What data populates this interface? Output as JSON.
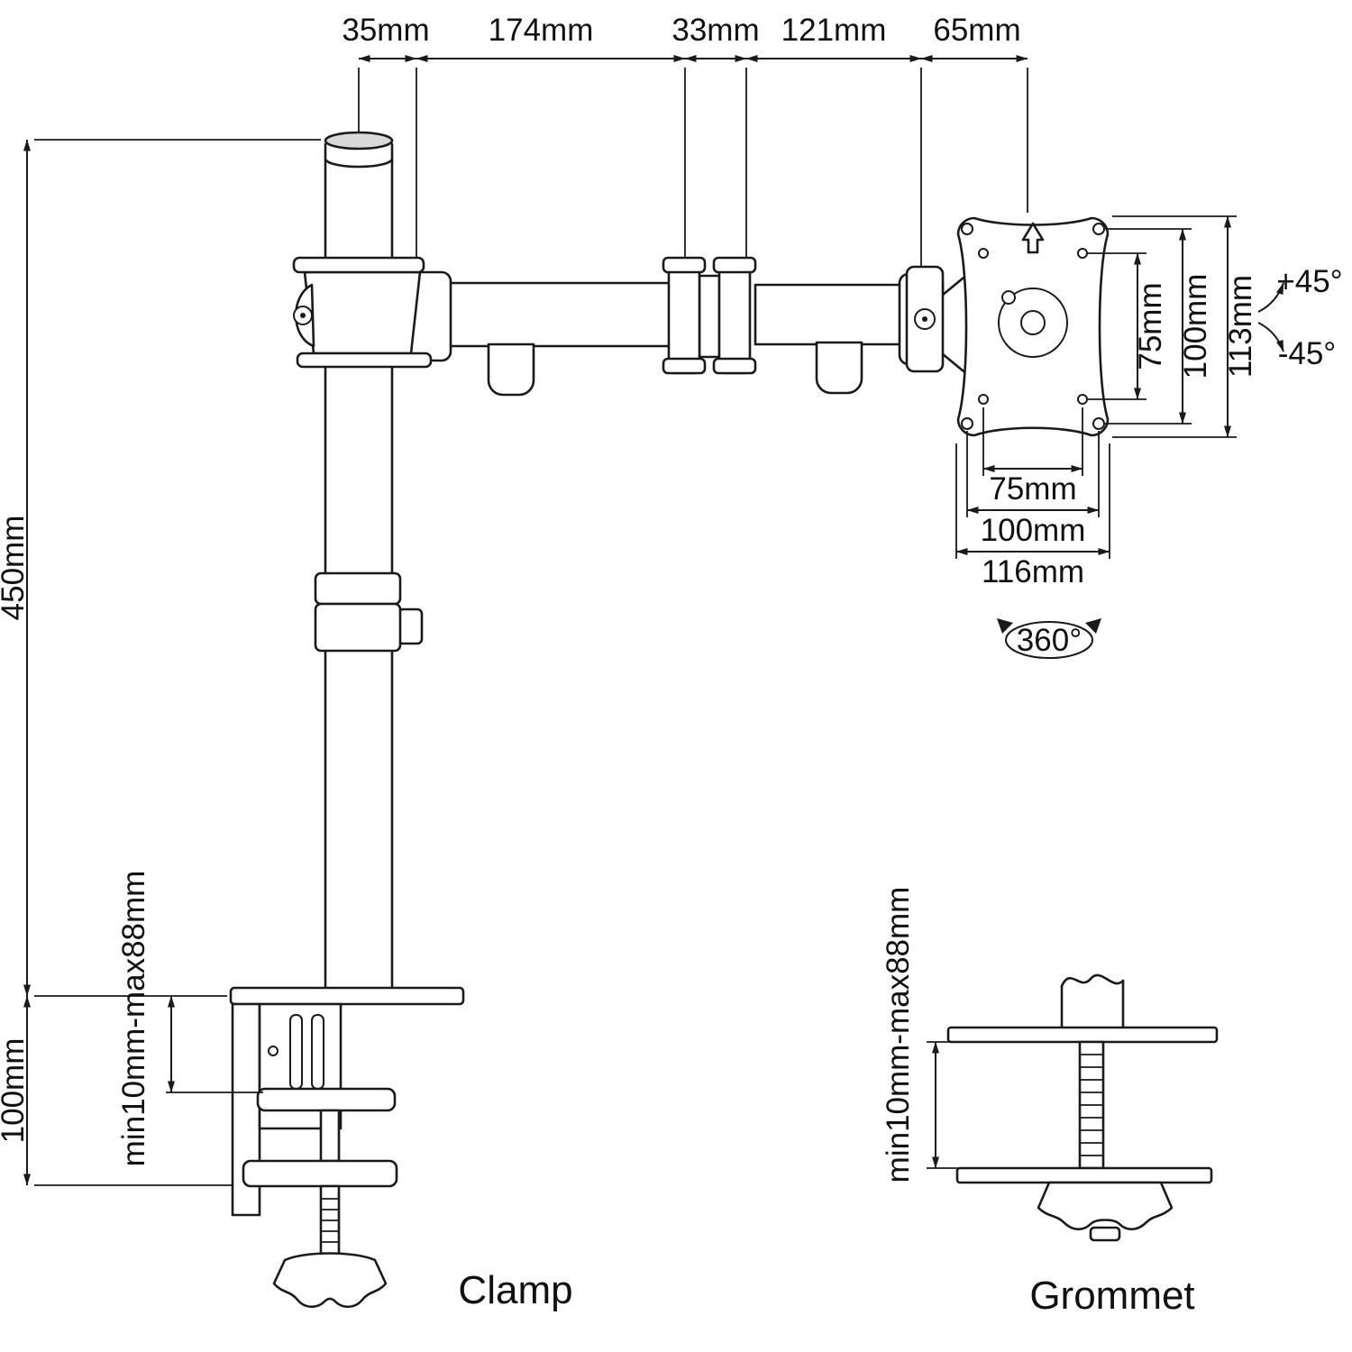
{
  "dimensions": {
    "top": [
      "35mm",
      "174mm",
      "33mm",
      "121mm",
      "65mm"
    ],
    "pole_height": "450mm",
    "base_height": "100mm",
    "clamp_range": "min10mm-max88mm",
    "grommet_range": "min10mm-max88mm",
    "vesa_vertical": [
      "75mm",
      "100mm",
      "113mm"
    ],
    "vesa_horizontal": [
      "75mm",
      "100mm",
      "116mm"
    ]
  },
  "angles": {
    "tilt_up": "+45°",
    "tilt_down": "-45°",
    "swivel": "360°"
  },
  "captions": {
    "clamp": "Clamp",
    "grommet": "Grommet"
  }
}
